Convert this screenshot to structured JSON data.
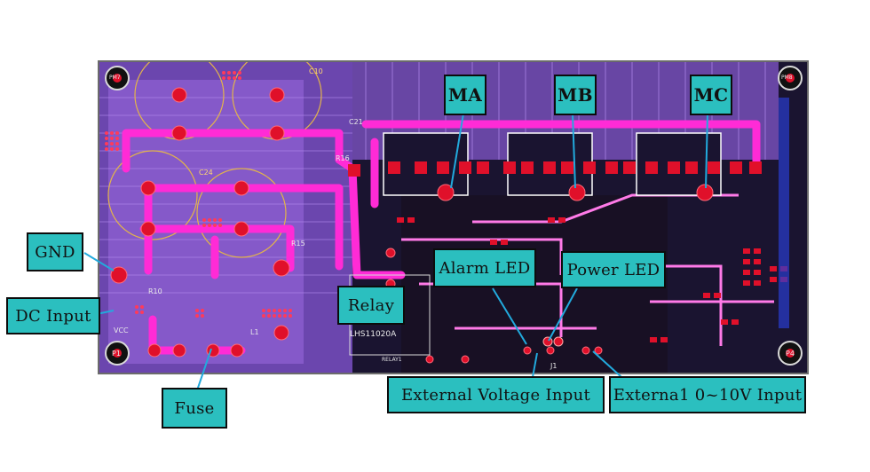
{
  "callouts": {
    "ma": "MA",
    "mb": "MB",
    "mc": "MC",
    "gnd": "GND",
    "dc_input": "DC Input",
    "fuse": "Fuse",
    "relay": "Relay",
    "alarm_led": "Alarm LED",
    "power_led": "Power LED",
    "ext_voltage": "External Voltage Input",
    "ext_010v": "Externa1 0~10V Input"
  },
  "silkscreen": {
    "relay_part": "LHS11020A",
    "relay_ref": "RELAY1",
    "vcc": "VCC",
    "c10": "C10",
    "c24": "C24",
    "c21": "C21",
    "l1": "L1",
    "r10": "R10",
    "r15": "R15",
    "r16": "R16",
    "j1": "J1",
    "p1": "P1",
    "p4": "P4",
    "pm7": "PM7",
    "pm8": "PM8"
  },
  "colors": {
    "board": "#1a1430",
    "copper_top": "#8a5bd6",
    "trace": "#ff2bd6",
    "pad": "#e0102a",
    "callout_bg": "#2bbfbf",
    "leader": "#22aadd"
  }
}
